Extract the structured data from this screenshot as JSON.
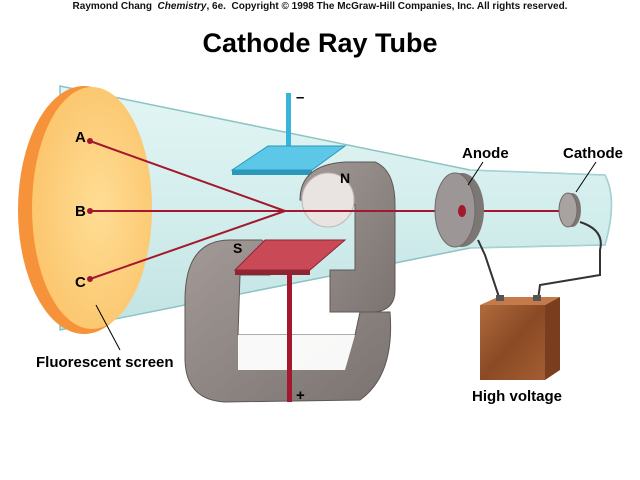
{
  "credit": {
    "authors": "Raymond Chang",
    "book": "Chemistry",
    "edition": ", 6e.",
    "copyright": "Copyright © 1998 The McGraw-Hill Companies, Inc. All rights reserved."
  },
  "title": "Cathode Ray Tube",
  "labels": {
    "point_a": "A",
    "point_b": "B",
    "point_c": "C",
    "magnet_north": "N",
    "magnet_south": "S",
    "minus_sign": "–",
    "plus_sign": "+",
    "anode": "Anode",
    "cathode": "Cathode",
    "screen": "Fluorescent screen",
    "voltage": "High voltage"
  },
  "colors": {
    "tube_fill": "#d6f0ef",
    "tube_edge": "#8cc3c4",
    "screen_fill": "#fdd27e",
    "screen_rim": "#f6933a",
    "beam": "#a3182f",
    "negative_plate": "#37b4d9",
    "positive_plate": "#c0404e",
    "magnet": "#8f8784",
    "electrode": "#9c9696",
    "battery": "#a35d33"
  }
}
